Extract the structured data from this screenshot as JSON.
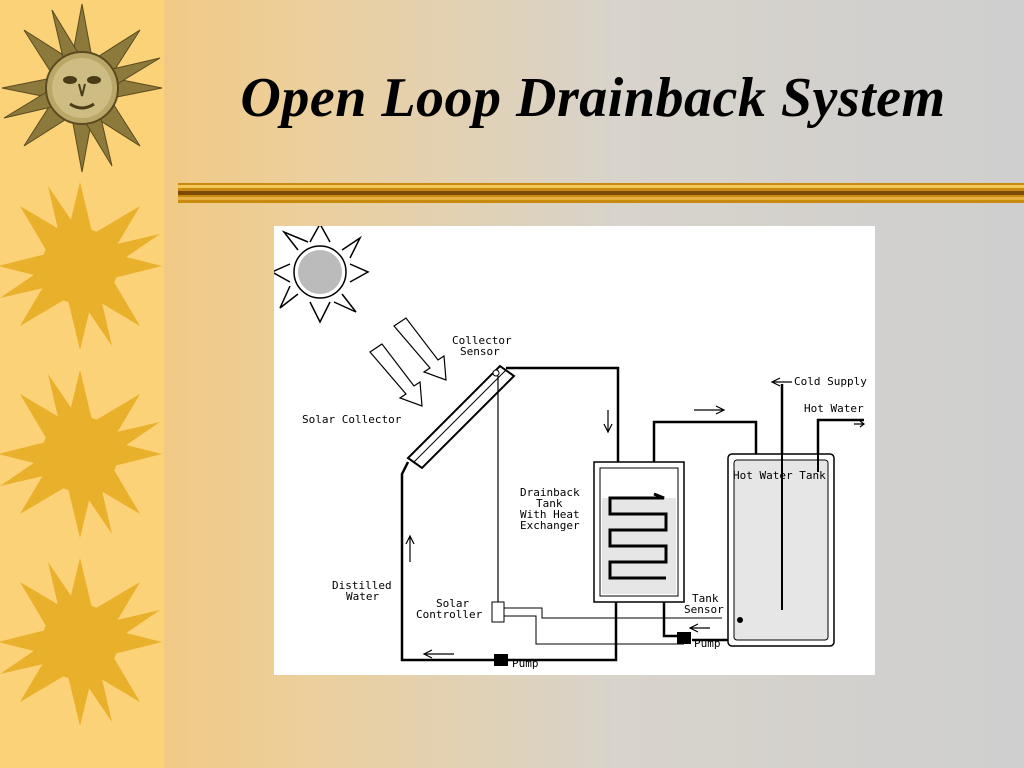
{
  "slide": {
    "title": "Open Loop Drainback System"
  },
  "diagram": {
    "labels": {
      "collector_sensor_1": "Collector",
      "collector_sensor_2": "Sensor",
      "solar_collector": "Solar Collector",
      "cold_supply": "Cold Supply",
      "hot_water": "Hot Water",
      "hot_water_tank": "Hot Water Tank",
      "drainback_1": "Drainback",
      "drainback_2": "Tank",
      "drainback_3": "With Heat",
      "drainback_4": "Exchanger",
      "distilled_1": "Distilled",
      "distilled_2": "Water",
      "controller_1": "Solar",
      "controller_2": "Controller",
      "tank_sensor_1": "Tank",
      "tank_sensor_2": "Sensor",
      "pump_left": "Pump",
      "pump_right": "Pump"
    }
  }
}
